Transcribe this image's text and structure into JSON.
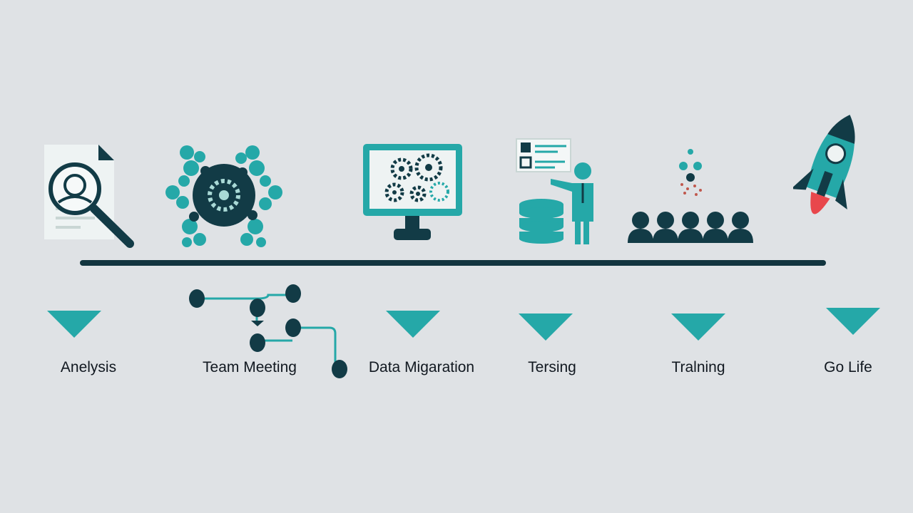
{
  "colors": {
    "background": "#dfe2e5",
    "teal": "#25a8a8",
    "dark": "#123b46",
    "timeline": "#12353f",
    "paper": "#eef3f3",
    "accent": "#e8474c",
    "text": "#111820"
  },
  "stages": [
    {
      "label": "Anelysis",
      "icon": "magnifier-document-icon"
    },
    {
      "label": "Team Meeting",
      "icon": "gear-network-icon"
    },
    {
      "label": "Data Migaration",
      "icon": "monitor-gears-icon"
    },
    {
      "label": "Tersing",
      "icon": "presenter-database-icon"
    },
    {
      "label": "Tralning",
      "icon": "audience-icon"
    },
    {
      "label": "Go Life",
      "icon": "rocket-icon"
    }
  ]
}
